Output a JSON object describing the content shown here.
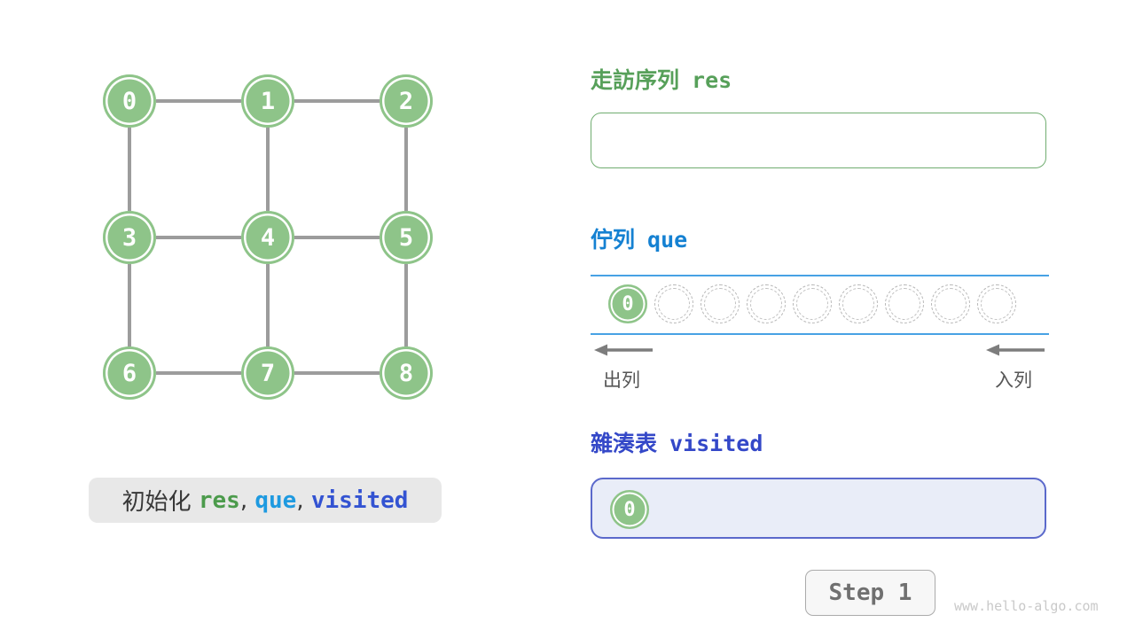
{
  "graph": {
    "node_labels": [
      "0",
      "1",
      "2",
      "3",
      "4",
      "5",
      "6",
      "7",
      "8"
    ],
    "edges": [
      "0-1",
      "1-2",
      "3-4",
      "4-5",
      "6-7",
      "7-8",
      "0-3",
      "3-6",
      "1-4",
      "4-7",
      "2-5",
      "5-8"
    ]
  },
  "sections": {
    "res": {
      "title_zh": "走訪序列",
      "title_code": "res",
      "items": []
    },
    "que": {
      "title_zh": "佇列",
      "title_code": "que",
      "items": [
        "0"
      ],
      "capacity": 9,
      "dequeue_label": "出列",
      "enqueue_label": "入列"
    },
    "visited": {
      "title_zh": "雜湊表",
      "title_code": "visited",
      "items": [
        "0"
      ]
    }
  },
  "caption": {
    "prefix": "初始化 ",
    "comma": ", ",
    "vars": [
      "res",
      "que",
      "visited"
    ]
  },
  "step_button": {
    "label": "Step 1"
  },
  "watermark": {
    "text": "www.hello-algo.com"
  },
  "colors": {
    "node_green": "#8ec489",
    "edge_gray": "#9c9c9c",
    "header_green": "#57a05a",
    "header_azure": "#1581d2",
    "header_indigo": "#3448c8",
    "res_box_border": "#70ad70",
    "queue_line_blue": "#47a2e4",
    "visited_border": "#5b69cb",
    "visited_fill": "#e9edf8",
    "caption_bg": "#e8e8e8",
    "caption_res": "#4c9b4c",
    "caption_que": "#1e9ae0",
    "caption_visited": "#3353d2",
    "arrow_gray": "#7d7d7d"
  }
}
